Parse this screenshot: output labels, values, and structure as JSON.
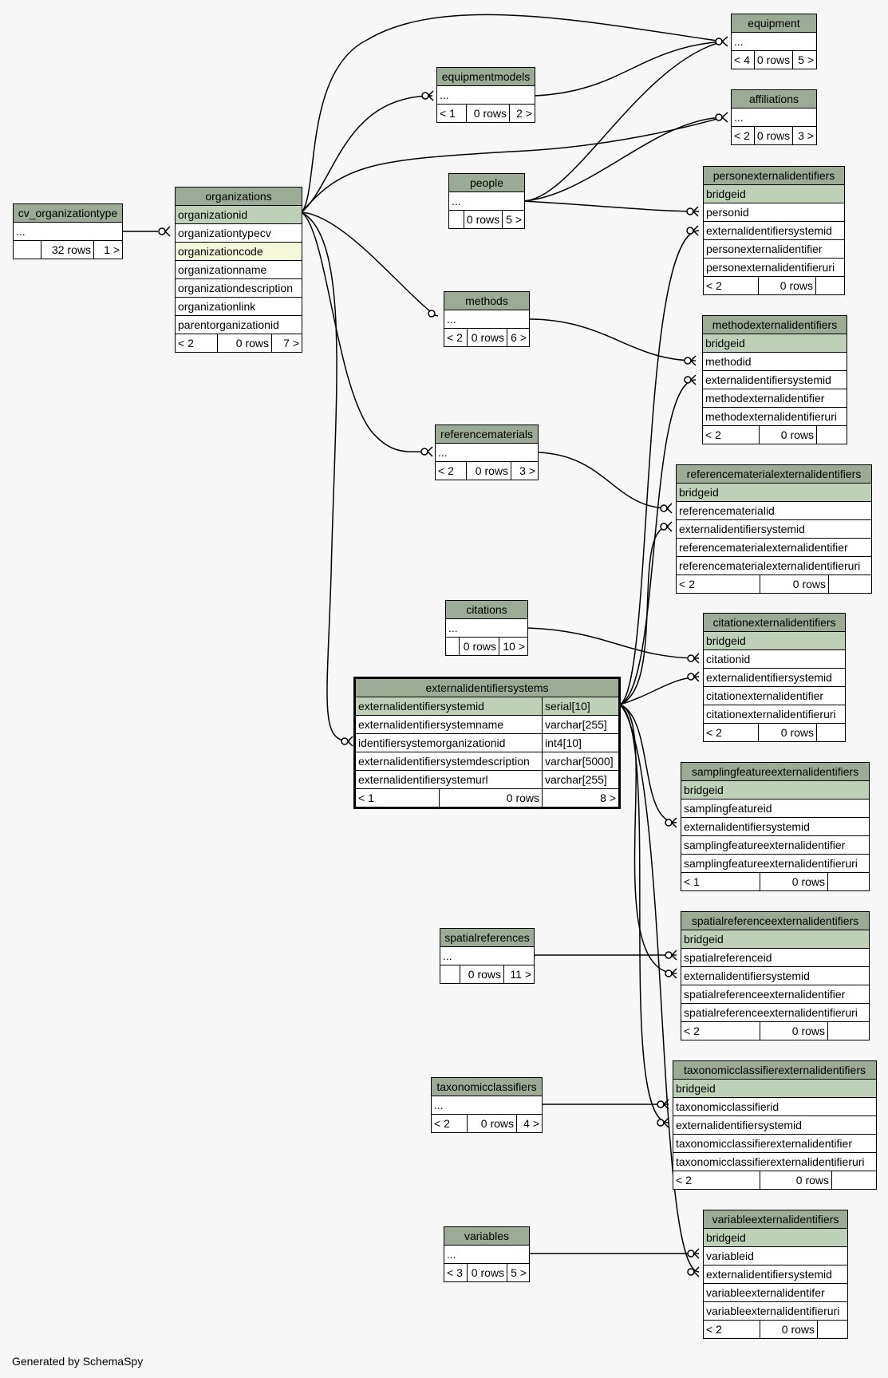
{
  "footer": "Generated by SchemaSpy",
  "colors": {
    "header": "#9bab96",
    "primary_key": "#bed1b8",
    "indexed": "#f4f7da",
    "background": "#f7f7f7"
  },
  "tables": {
    "equipment": {
      "name": "equipment",
      "columns": [
        "..."
      ],
      "footer": [
        "< 4",
        "0 rows",
        "5 >"
      ]
    },
    "affiliations": {
      "name": "affiliations",
      "columns": [
        "..."
      ],
      "footer": [
        "< 2",
        "0 rows",
        "3 >"
      ]
    },
    "equipmentmodels": {
      "name": "equipmentmodels",
      "columns": [
        "..."
      ],
      "footer": [
        "< 1",
        "0 rows",
        "2 >"
      ]
    },
    "people": {
      "name": "people",
      "columns": [
        "..."
      ],
      "footer": [
        "",
        "0 rows",
        "5 >"
      ]
    },
    "cv_organizationtype": {
      "name": "cv_organizationtype",
      "columns": [
        "..."
      ],
      "footer": [
        "",
        "32 rows",
        "1 >"
      ]
    },
    "organizations": {
      "name": "organizations",
      "columns": [
        "organizationid",
        "organizationtypecv",
        "organizationcode",
        "organizationname",
        "organizationdescription",
        "organizationlink",
        "parentorganizationid"
      ],
      "footer": [
        "< 2",
        "0 rows",
        "7 >"
      ]
    },
    "methods": {
      "name": "methods",
      "columns": [
        "..."
      ],
      "footer": [
        "< 2",
        "0 rows",
        "6 >"
      ]
    },
    "referencematerials": {
      "name": "referencematerials",
      "columns": [
        "..."
      ],
      "footer": [
        "< 2",
        "0 rows",
        "3 >"
      ]
    },
    "citations": {
      "name": "citations",
      "columns": [
        "..."
      ],
      "footer": [
        "",
        "0 rows",
        "10 >"
      ]
    },
    "spatialreferences": {
      "name": "spatialreferences",
      "columns": [
        "..."
      ],
      "footer": [
        "",
        "0 rows",
        "11 >"
      ]
    },
    "taxonomicclassifiers": {
      "name": "taxonomicclassifiers",
      "columns": [
        "..."
      ],
      "footer": [
        "< 2",
        "0 rows",
        "4 >"
      ]
    },
    "variables": {
      "name": "variables",
      "columns": [
        "..."
      ],
      "footer": [
        "< 3",
        "0 rows",
        "5 >"
      ]
    },
    "externalidentifiersystems": {
      "name": "externalidentifiersystems",
      "columns": [
        "externalidentifiersystemid",
        "externalidentifiersystemname",
        "identifiersystemorganizationid",
        "externalidentifiersystemdescription",
        "externalidentifiersystemurl"
      ],
      "types": [
        "serial[10]",
        "varchar[255]",
        "int4[10]",
        "varchar[5000]",
        "varchar[255]"
      ],
      "footer": [
        "< 1",
        "0 rows",
        "8 >"
      ]
    },
    "personexternalidentifiers": {
      "name": "personexternalidentifiers",
      "columns": [
        "bridgeid",
        "personid",
        "externalidentifiersystemid",
        "personexternalidentifier",
        "personexternalidentifieruri"
      ],
      "footer": [
        "< 2",
        "0 rows",
        ""
      ]
    },
    "methodexternalidentifiers": {
      "name": "methodexternalidentifiers",
      "columns": [
        "bridgeid",
        "methodid",
        "externalidentifiersystemid",
        "methodexternalidentifier",
        "methodexternalidentifieruri"
      ],
      "footer": [
        "< 2",
        "0 rows",
        ""
      ]
    },
    "referencematerialexternalidentifiers": {
      "name": "referencematerialexternalidentifiers",
      "columns": [
        "bridgeid",
        "referencematerialid",
        "externalidentifiersystemid",
        "referencematerialexternalidentifier",
        "referencematerialexternalidentifieruri"
      ],
      "footer": [
        "< 2",
        "0 rows",
        ""
      ]
    },
    "citationexternalidentifiers": {
      "name": "citationexternalidentifiers",
      "columns": [
        "bridgeid",
        "citationid",
        "externalidentifiersystemid",
        "citationexternalidentifier",
        "citationexternalidentifieruri"
      ],
      "footer": [
        "< 2",
        "0 rows",
        ""
      ]
    },
    "samplingfeatureexternalidentifiers": {
      "name": "samplingfeatureexternalidentifiers",
      "columns": [
        "bridgeid",
        "samplingfeatureid",
        "externalidentifiersystemid",
        "samplingfeatureexternalidentifier",
        "samplingfeatureexternalidentifieruri"
      ],
      "footer": [
        "< 1",
        "0 rows",
        ""
      ]
    },
    "spatialreferenceexternalidentifiers": {
      "name": "spatialreferenceexternalidentifiers",
      "columns": [
        "bridgeid",
        "spatialreferenceid",
        "externalidentifiersystemid",
        "spatialreferenceexternalidentifier",
        "spatialreferenceexternalidentifieruri"
      ],
      "footer": [
        "< 2",
        "0 rows",
        ""
      ]
    },
    "taxonomicclassifierexternalidentifiers": {
      "name": "taxonomicclassifierexternalidentifiers",
      "columns": [
        "bridgeid",
        "taxonomicclassifierid",
        "externalidentifiersystemid",
        "taxonomicclassifierexternalidentifier",
        "taxonomicclassifierexternalidentifieruri"
      ],
      "footer": [
        "< 2",
        "0 rows",
        ""
      ]
    },
    "variableexternalidentifiers": {
      "name": "variableexternalidentifiers",
      "columns": [
        "bridgeid",
        "variableid",
        "externalidentifiersystemid",
        "variableexternalidentifer",
        "variableexternalidentifieruri"
      ],
      "footer": [
        "< 2",
        "0 rows",
        ""
      ]
    }
  }
}
